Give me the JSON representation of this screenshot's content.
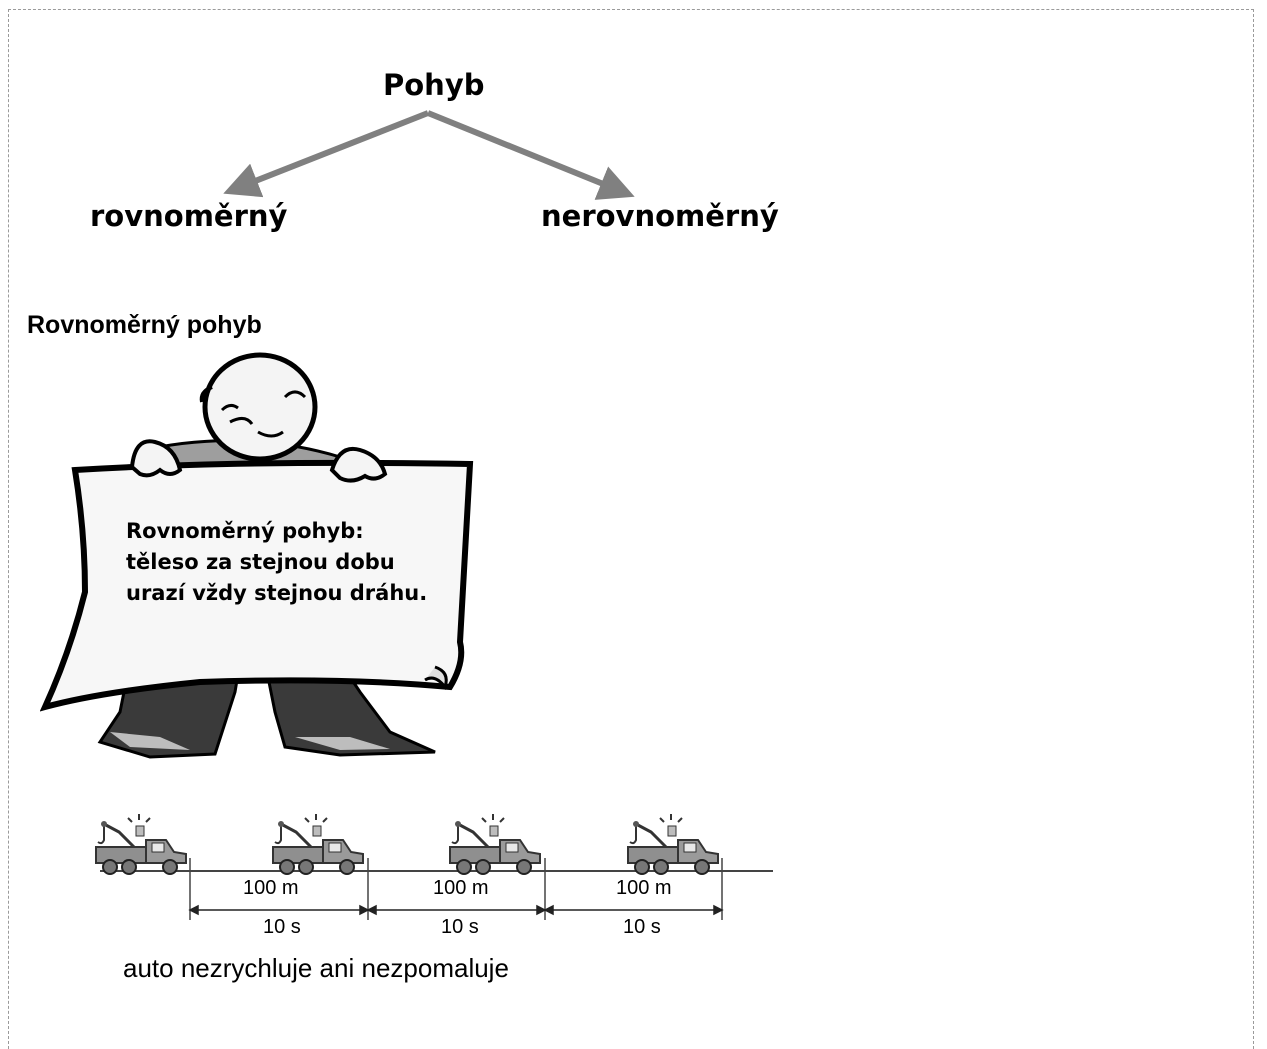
{
  "diagram": {
    "root": "Pohyb",
    "left_branch": "rovnoměrný",
    "right_branch": "nerovnoměrný",
    "arrow_color": "#808080"
  },
  "section": {
    "heading": "Rovnoměrný pohyb"
  },
  "sign": {
    "title": "Rovnoměrný pohyb:",
    "line1": "těleso za stejnou dobu",
    "line2": "urazí vždy stejnou dráhu.",
    "title_color": "#5a5a5a"
  },
  "illustration": {
    "icon": "tow-truck-icon",
    "truck_count": 4,
    "segments": [
      {
        "distance": "100 m",
        "time": "10 s"
      },
      {
        "distance": "100 m",
        "time": "10 s"
      },
      {
        "distance": "100 m",
        "time": "10 s"
      }
    ]
  },
  "caption": "auto nezrychluje ani nezpomaluje"
}
